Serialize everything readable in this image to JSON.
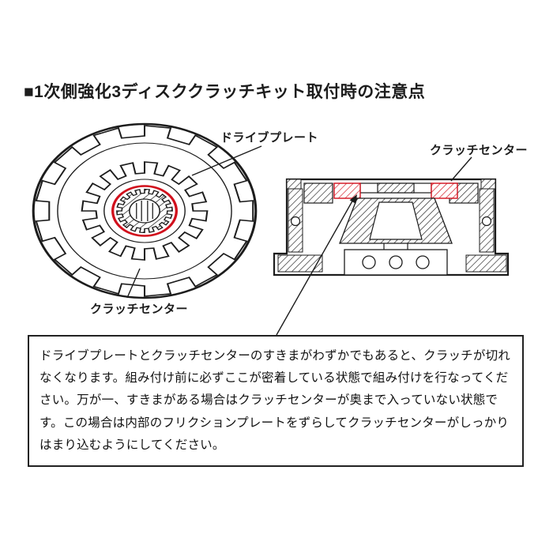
{
  "title": "■1次側強化3ディスククラッチキット取付時の注意点",
  "diagram": {
    "labels": {
      "drive_plate": "ドライブプレート",
      "clutch_center_top": "クラッチセンター",
      "clutch_center_bottom": "クラッチセンター"
    }
  },
  "note": {
    "text": "ドライブプレートとクラッチセンターのすきまがわずかでもあると、クラッチが切れなくなります。組み付け前に必ずここが密着している状態で組み付けを行なってください。万が一、すきまがある場合はクラッチセンターが奥まで入っていない状態です。この場合は内部のフリクションプレートをずらしてクラッチセンターがしっかりはまり込むようにしてください。"
  },
  "colors": {
    "ink": "#1c1c1c",
    "highlight": "#d10f1c"
  }
}
